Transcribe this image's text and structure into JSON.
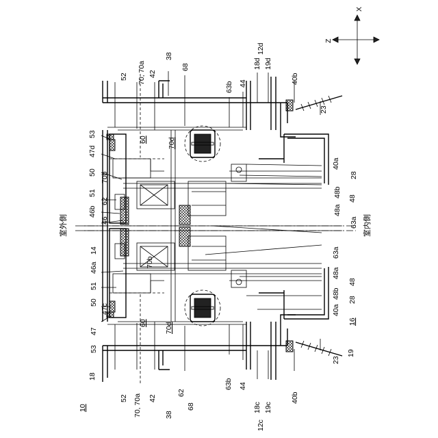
{
  "figure": {
    "ref_main": "10",
    "axes": {
      "x": "X",
      "z": "Z"
    },
    "text_outdoor": "室外側",
    "text_indoor": "室内側"
  },
  "labels": {
    "l38_top": "38",
    "l52_top": "52",
    "l70_top": "70, 70a",
    "l42_top": "42",
    "l68_top": "68",
    "l63b_top": "63b",
    "l44_top": "44",
    "l18d": "18d",
    "l19d": "19d",
    "l12d": "12d",
    "l40b_top": "40b",
    "l23_top": "23",
    "l53_top": "53",
    "l47d": "47d",
    "l60_top": "60",
    "l70d_top": "70d",
    "l50_top": "50",
    "l70b_top": "70b",
    "l40a_top": "40a",
    "l28_top": "28",
    "l51_top": "51",
    "l62_top": "62",
    "l48b_top": "48b",
    "l48a_top": "48a",
    "l48_top": "48",
    "l46b": "46b",
    "l46": "46",
    "l63a_top": "63a",
    "l14": "14",
    "l46a": "46a",
    "l70b_bot": "70b",
    "l63a_bot": "63a",
    "l48a_bot": "48a",
    "l51_bot": "51",
    "l48_bot": "48",
    "l47c": "47c",
    "l50_bot": "50",
    "l48b_bot": "48b",
    "l28_bot": "28",
    "l40a_bot": "40a",
    "l47": "47",
    "l60_bot": "60",
    "l16": "16",
    "l53_bot": "53",
    "l70d_bot": "70d",
    "l19": "19",
    "l23_bot": "23",
    "l18": "18",
    "l52_bot": "52",
    "l70_bot": "70, 70a",
    "l42_bot": "42",
    "l62_bot": "62",
    "l63b_bot": "63b",
    "l44_bot": "44",
    "l18c": "18c",
    "l19c": "19c",
    "l12c": "12c",
    "l40b_bot": "40b",
    "l38_bot": "38",
    "l68_bot": "68"
  }
}
